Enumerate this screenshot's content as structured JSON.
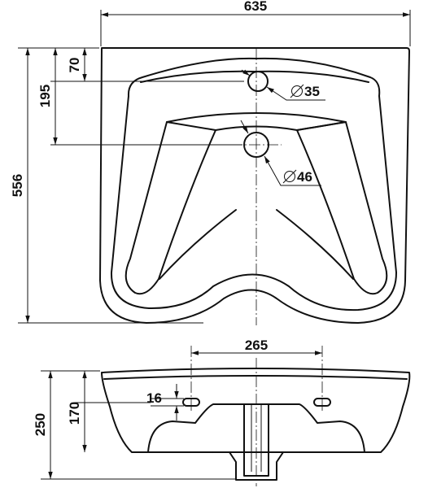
{
  "drawing": {
    "top_view": {
      "overall_width": "635",
      "overall_depth": "556",
      "tap_hole_offset": "70",
      "drain_offset": "195",
      "tap_hole_diameter": "35",
      "drain_hole_diameter": "46"
    },
    "front_view": {
      "fixing_hole_spacing": "265",
      "fixing_hole_size": "16",
      "fixing_hole_height": "170",
      "overall_height": "250"
    }
  }
}
